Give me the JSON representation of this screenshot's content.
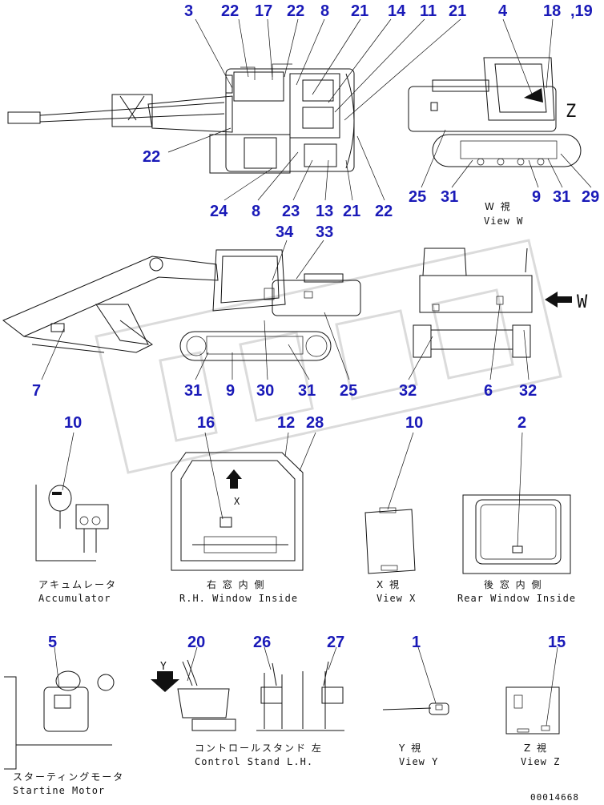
{
  "callouts": {
    "c3": "3",
    "c22a": "22",
    "c17": "17",
    "c22b": "22",
    "c8a": "8",
    "c21a": "21",
    "c14": "14",
    "c11": "11",
    "c21b": "21",
    "c4": "4",
    "c18": "18",
    "c19": ",19",
    "c22c": "22",
    "c24": "24",
    "c8b": "8",
    "c23": "23",
    "c13": "13",
    "c21c": "21",
    "c22d": "22",
    "c25a": "25",
    "c31a": "31",
    "c9a": "9",
    "c31b": "31",
    "c29": "29",
    "c34": "34",
    "c33": "33",
    "c7": "7",
    "c31c": "31",
    "c9b": "9",
    "c30": "30",
    "c31d": "31",
    "c25b": "25",
    "c32a": "32",
    "c6": "6",
    "c32b": "32",
    "c10a": "10",
    "c16": "16",
    "c12": "12",
    "c28": "28",
    "c10b": "10",
    "c2": "2",
    "c5": "5",
    "c20": "20",
    "c26": "26",
    "c27": "27",
    "c1": "1",
    "c15": "15"
  },
  "letters": {
    "z_top": "Z",
    "w_arrow": "W",
    "x_mark": "X",
    "y_mark": "Y"
  },
  "captions": {
    "view_w_jp": "W 視",
    "view_w_en": "View W",
    "accumulator_jp": "アキュムレータ",
    "accumulator_en": "Accumulator",
    "rh_window_jp": "右 窓 内 側",
    "rh_window_en": "R.H. Window Inside",
    "view_x_jp": "X 視",
    "view_x_en": "View X",
    "rear_window_jp": "後 窓 内 側",
    "rear_window_en": "Rear Window Inside",
    "starting_motor_jp": "スターティングモータ",
    "starting_motor_en": "Startine Motor",
    "control_stand_jp": "コントロールスタンド 左",
    "control_stand_en": "Control Stand L.H.",
    "view_y_jp": "Y 視",
    "view_y_en": "View Y",
    "view_z_jp": "Z 視",
    "view_z_en": "View Z"
  },
  "document_number": "00014668",
  "colors": {
    "callout": "#1a1ab8",
    "line": "#111111",
    "watermark": "#d8d8d8"
  }
}
